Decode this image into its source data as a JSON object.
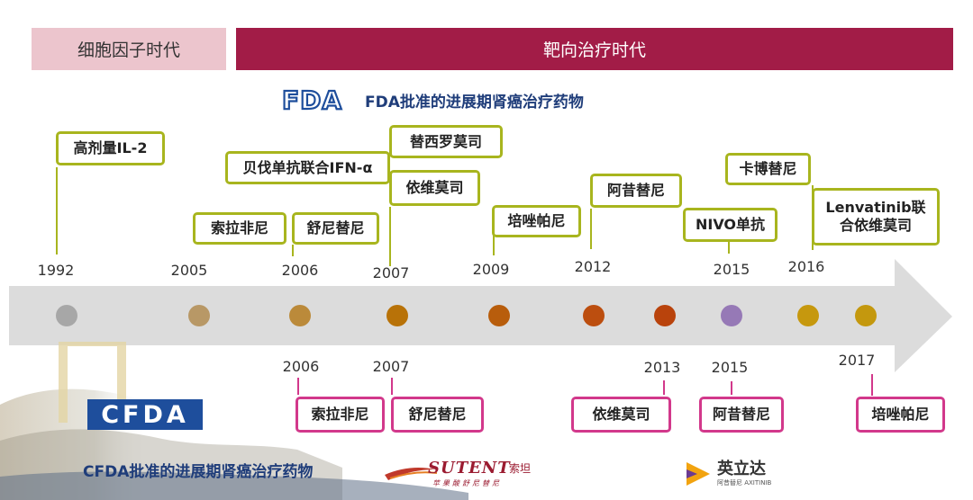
{
  "eras": {
    "cytokine": "细胞因子时代",
    "targeted": "靶向治疗时代"
  },
  "fda": {
    "logo_text": "FDA",
    "heading": "FDA批准的进展期肾癌治疗药物"
  },
  "cfda": {
    "logo_text": "CFDA",
    "heading": "CFDA批准的进展期肾癌治疗药物"
  },
  "timeline": {
    "colors": {
      "fda_border": "#a8b51e",
      "cfda_border": "#d2388b",
      "arrow": "#dcdcdc"
    },
    "dots": [
      {
        "color": "#a7a7a7"
      },
      {
        "color": "#b89866"
      },
      {
        "color": "#bb8a3a"
      },
      {
        "color": "#b87208"
      },
      {
        "color": "#b85d0c"
      },
      {
        "color": "#bc4e0f"
      },
      {
        "color": "#b9430c"
      },
      {
        "color": "#9679b6"
      },
      {
        "color": "#c6980e"
      },
      {
        "color": "#c4980e"
      }
    ],
    "fda_events": [
      {
        "year": "1992",
        "drugs": [
          "高剂量IL-2"
        ]
      },
      {
        "year": "2005",
        "drugs": [
          "索拉非尼"
        ]
      },
      {
        "year": "2006",
        "drugs": [
          "舒尼替尼",
          "贝伐单抗联合IFN-α"
        ]
      },
      {
        "year": "2007",
        "drugs": [
          "替西罗莫司",
          "依维莫司"
        ]
      },
      {
        "year": "2009",
        "drugs": [
          "培唑帕尼"
        ]
      },
      {
        "year": "2012",
        "drugs": [
          "阿昔替尼"
        ]
      },
      {
        "year": "2015",
        "drugs": [
          "NIVO单抗",
          "卡博替尼"
        ]
      },
      {
        "year": "2016",
        "drugs": [
          "Lenvatinib联合依维莫司"
        ]
      }
    ],
    "cfda_events": [
      {
        "year": "2006",
        "drugs": [
          "索拉非尼"
        ]
      },
      {
        "year": "2007",
        "drugs": [
          "舒尼替尼"
        ]
      },
      {
        "year": "2013",
        "drugs": [
          "依维莫司"
        ]
      },
      {
        "year": "2015",
        "drugs": [
          "阿昔替尼"
        ]
      },
      {
        "year": "2017",
        "drugs": [
          "培唑帕尼"
        ]
      }
    ]
  },
  "brands": {
    "sutent": {
      "name": "SUTENT",
      "cn": "索坦",
      "sub": "苹果酸舒尼替尼"
    },
    "inlyta": {
      "name": "英立达",
      "sub": "阿昔替尼 AXITINIB"
    }
  }
}
